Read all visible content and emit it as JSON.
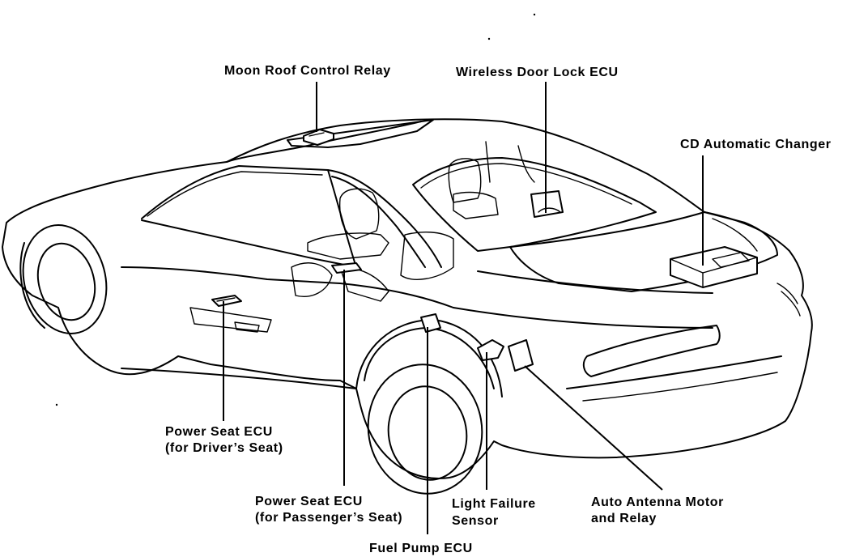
{
  "labels": {
    "moon_roof_relay": "Moon Roof Control Relay",
    "wireless_door_lock": "Wireless Door Lock ECU",
    "cd_changer": "CD Automatic Changer",
    "power_seat_driver_1": "Power Seat ECU",
    "power_seat_driver_2": "(for Driver’s Seat)",
    "power_seat_passenger_1": "Power Seat ECU",
    "power_seat_passenger_2": "(for Passenger’s Seat)",
    "light_failure_1": "Light Failure",
    "light_failure_2": "Sensor",
    "auto_antenna_1": "Auto Antenna Motor",
    "auto_antenna_2": "and Relay",
    "fuel_pump": "Fuel Pump ECU"
  },
  "colors": {
    "line": "#000000",
    "background": "#ffffff"
  }
}
